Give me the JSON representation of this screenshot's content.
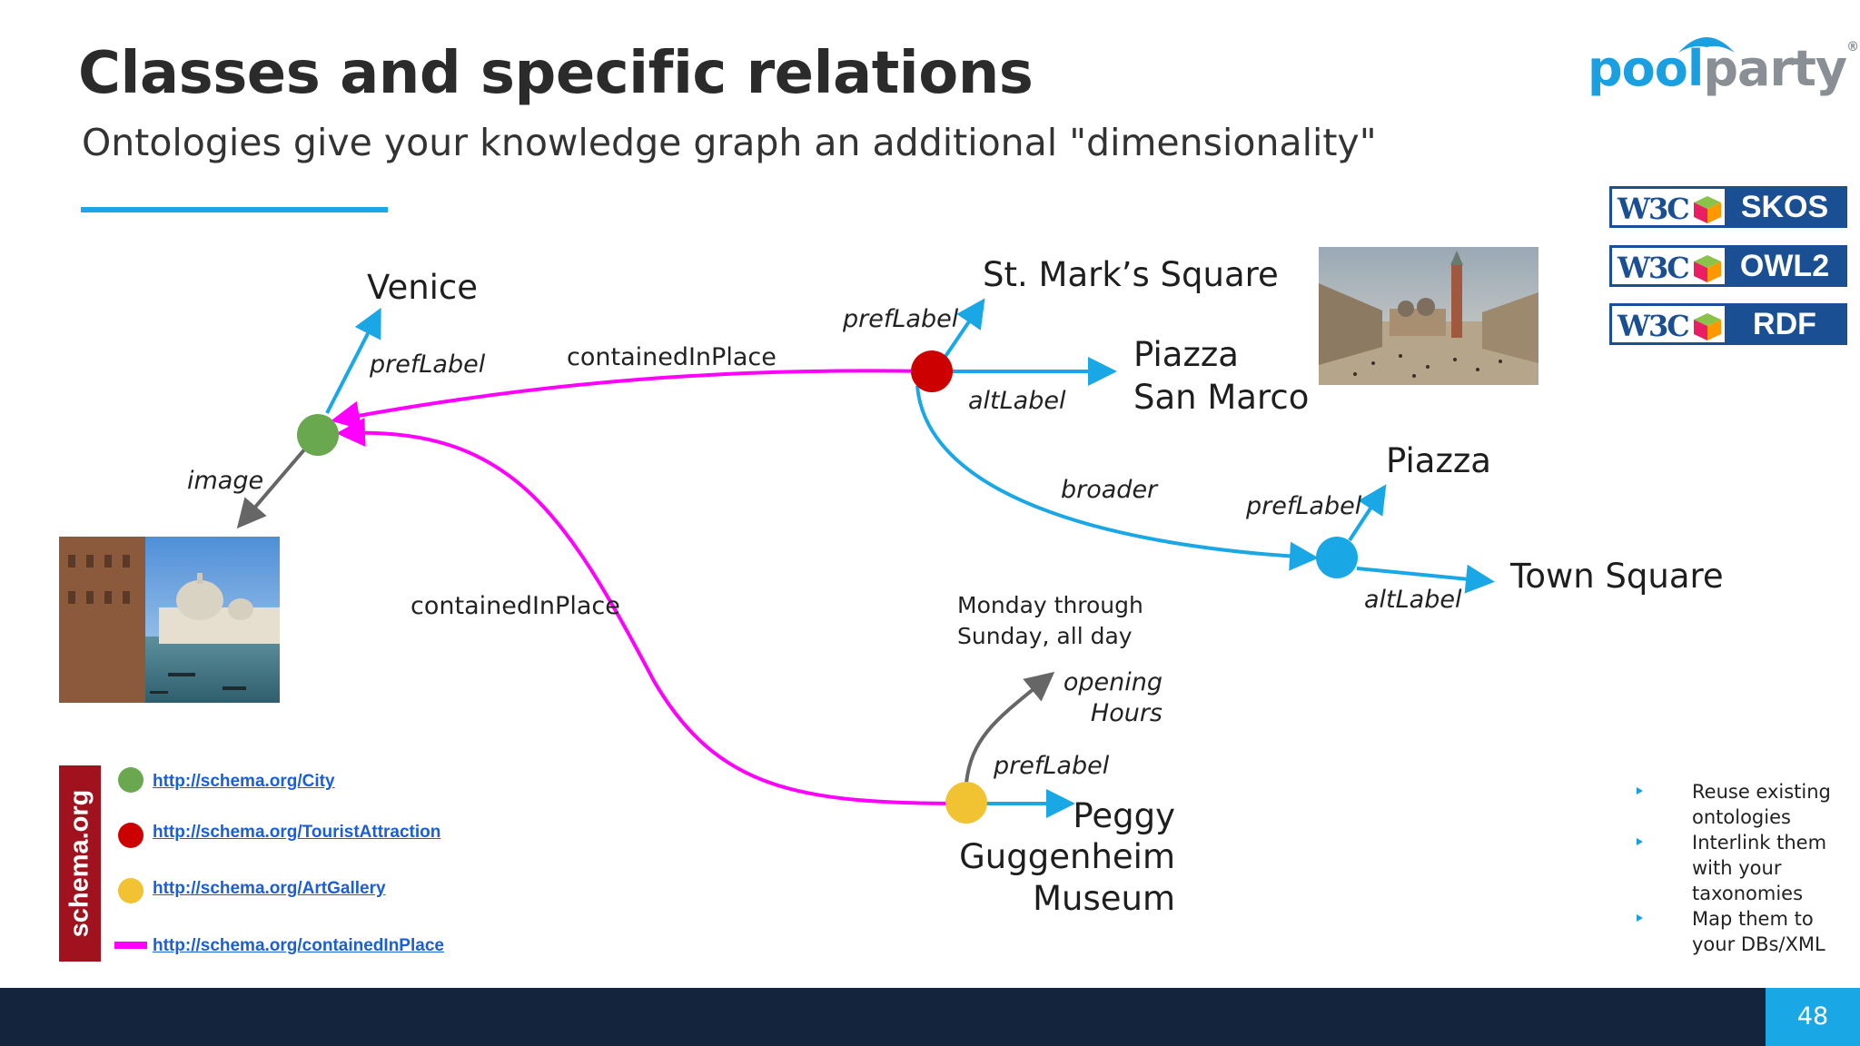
{
  "slide": {
    "title": "Classes and specific relations",
    "subtitle": "Ontologies give your knowledge graph an additional \"dimensionality\"",
    "page_number": "48"
  },
  "logo": {
    "part1": "pool",
    "part2": "party",
    "reg": "®"
  },
  "badges": [
    {
      "w3c": "W3C",
      "name": "SKOS"
    },
    {
      "w3c": "W3C",
      "name": "OWL2"
    },
    {
      "w3c": "W3C",
      "name": "RDF"
    }
  ],
  "colors": {
    "accent": "#1aa7e6",
    "city": "#6aa84f",
    "tourist_attraction": "#cc0000",
    "art_gallery": "#f1c232",
    "concept": "#1aa7e6",
    "contained_in_place": "#ff00ff",
    "footer": "#13243c"
  },
  "graph": {
    "nodes": {
      "venice": "Venice",
      "st_marks": "St. Mark’s Square",
      "piazza_san_marco_1": "Piazza",
      "piazza_san_marco_2": "San Marco",
      "piazza": "Piazza",
      "town_square": "Town Square",
      "peggy_1": "Peggy",
      "peggy_2": "Guggenheim",
      "peggy_3": "Museum",
      "hours_1": "Monday through",
      "hours_2": "Sunday, all day"
    },
    "edges": {
      "venice_preflabel": "prefLabel",
      "image": "image",
      "contained_top": "containedInPlace",
      "contained_bottom": "containedInPlace",
      "stmarks_preflabel": "prefLabel",
      "stmarks_altlabel": "altLabel",
      "broader": "broader",
      "piazza_preflabel": "prefLabel",
      "piazza_altlabel": "altLabel",
      "opening_1": "opening",
      "opening_2": "Hours",
      "peggy_preflabel": "prefLabel"
    }
  },
  "schema": {
    "label": "schema.org",
    "legend": [
      {
        "link": "http://schema.org/City"
      },
      {
        "link": "http://schema.org/TouristAttraction"
      },
      {
        "link": "http://schema.org/ArtGallery"
      },
      {
        "link": "http://schema.org/containedInPlace"
      }
    ]
  },
  "bullets": [
    "Reuse existing ontologies",
    "Interlink them with your taxonomies",
    "Map them to your DBs/XML"
  ]
}
